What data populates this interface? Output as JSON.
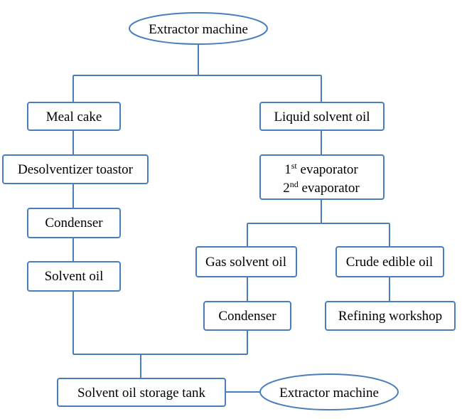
{
  "nodes": {
    "extractor_top": "Extractor machine",
    "meal_cake": "Meal cake",
    "desolventizer": "Desolventizer toastor",
    "condenser_left": "Condenser",
    "solvent_oil": "Solvent oil",
    "liquid_solvent_oil": "Liquid solvent oil",
    "evaporator_1_num": "1",
    "evaporator_1_sup": "st",
    "evaporator_1_text": " evaporator",
    "evaporator_2_num": "2",
    "evaporator_2_sup": "nd",
    "evaporator_2_text": " evaporator",
    "gas_solvent_oil": "Gas solvent oil",
    "crude_edible_oil": "Crude edible  oil",
    "condenser_right": "Condenser",
    "refining_workshop": "Refining workshop",
    "storage_tank": "Solvent oil storage tank",
    "extractor_bottom": "Extractor machine"
  },
  "colors": {
    "stroke": "#4a7ebb",
    "fill": "#ffffff",
    "text": "#000000"
  }
}
